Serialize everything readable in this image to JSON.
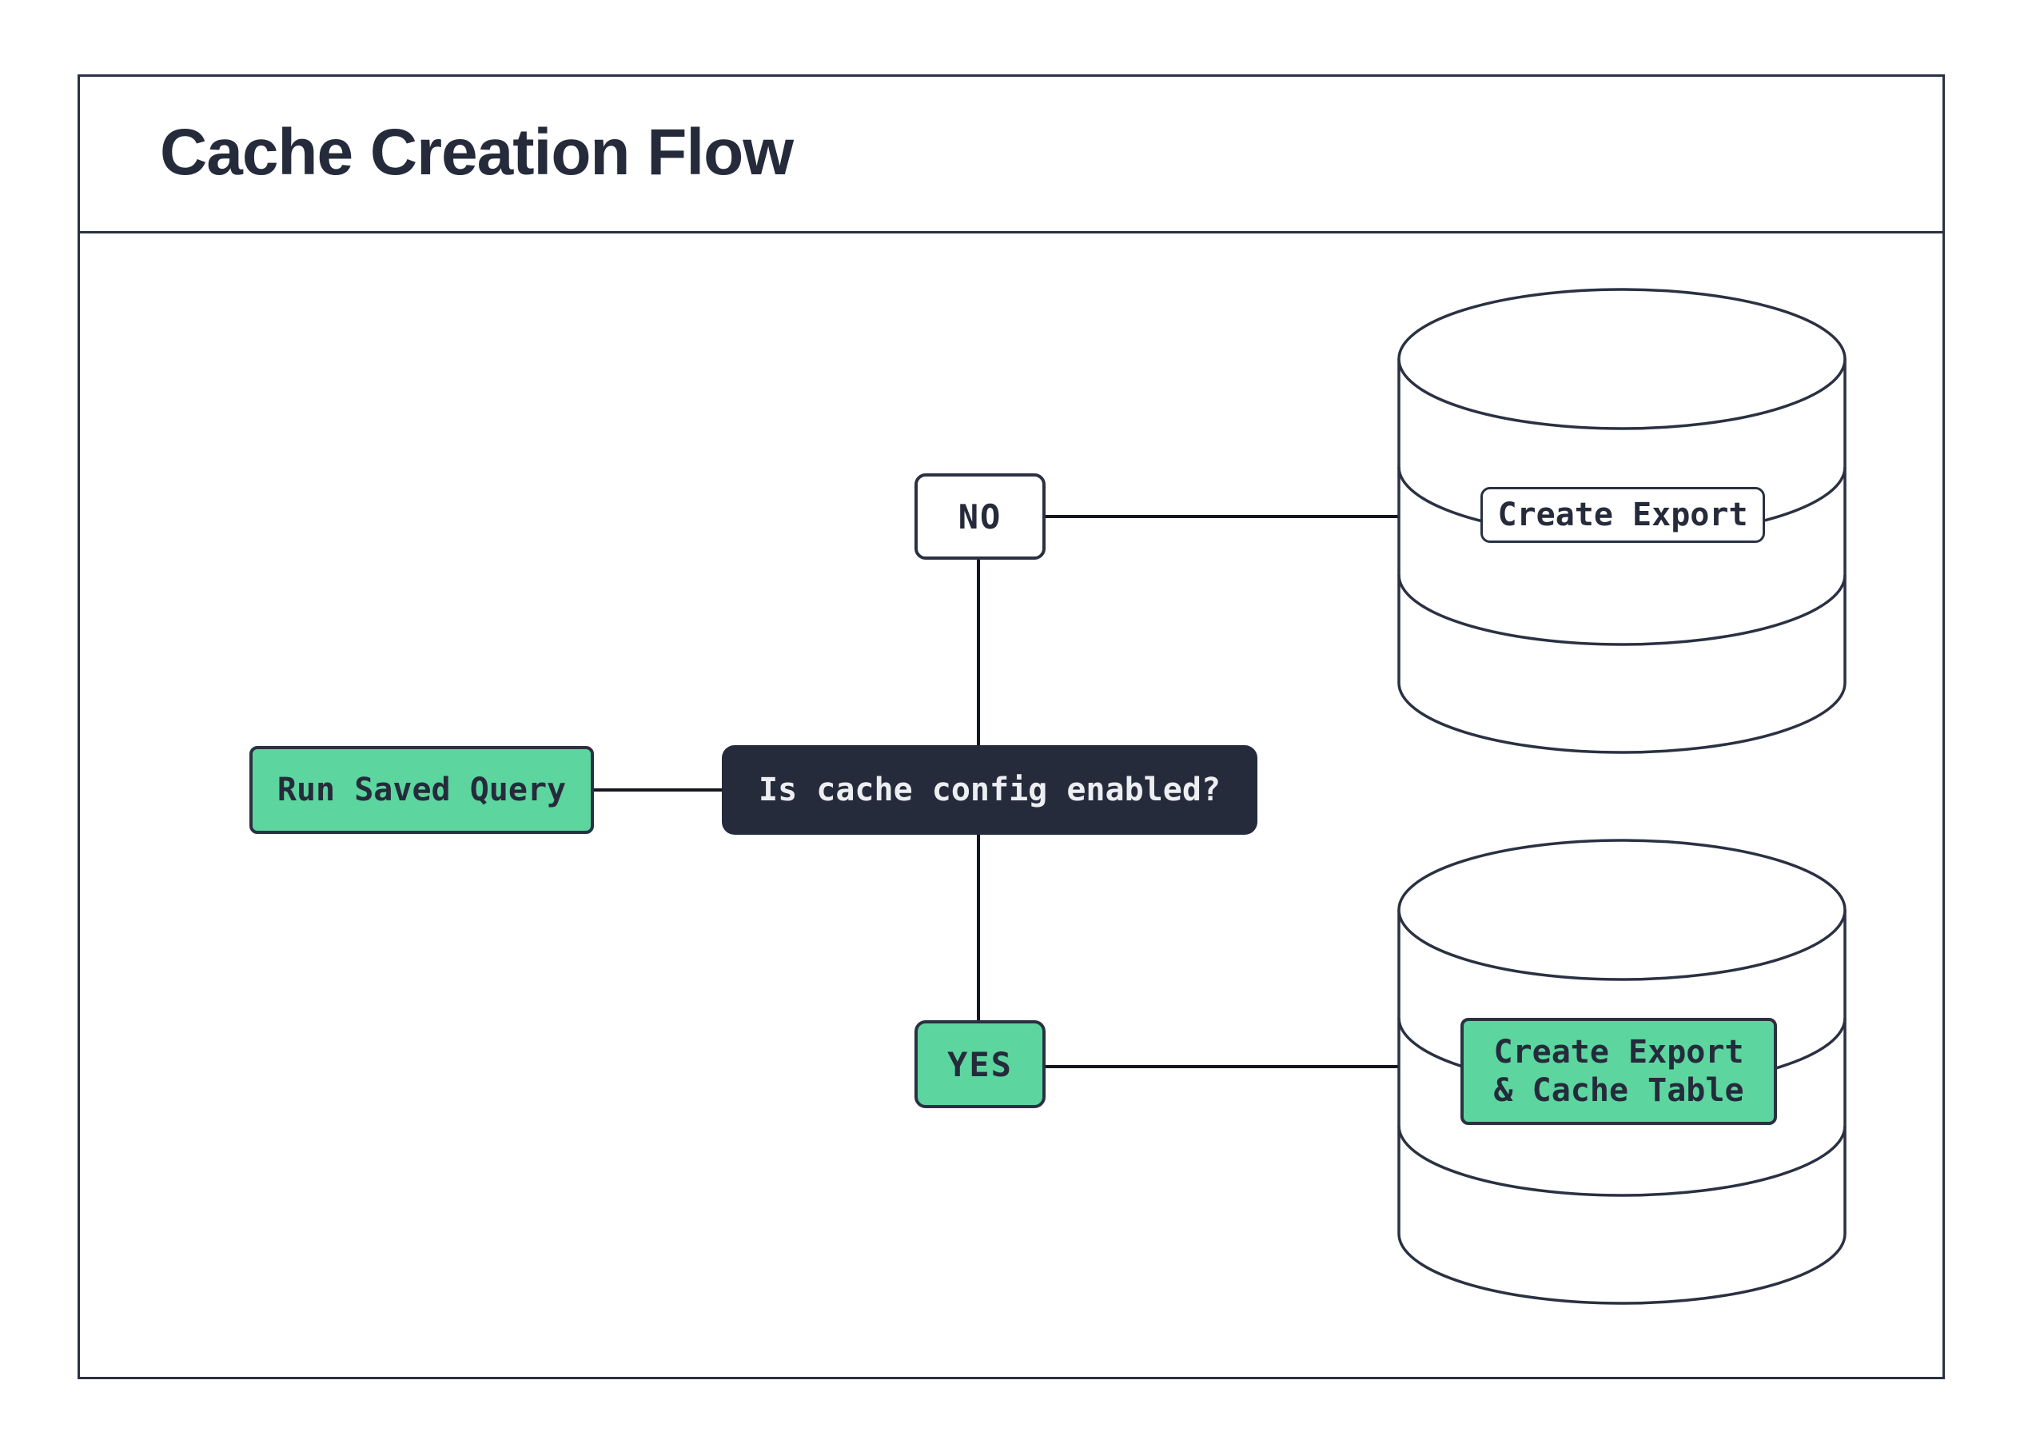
{
  "title": "Cache Creation Flow",
  "colors": {
    "navy_border": "#2A3142",
    "dark_node_fill": "#252B3B",
    "green_node_fill": "#5CD59F",
    "dark_node_text": "#ECEEF1",
    "connector_line": "#131720",
    "background": "#FFFFFF"
  },
  "nodes": {
    "run_saved_query": {
      "label": "Run Saved Query"
    },
    "question": {
      "label": "Is cache config enabled?"
    },
    "decision_no": {
      "label": "NO"
    },
    "decision_yes": {
      "label": "YES"
    },
    "no_result": {
      "label": "Create Export"
    },
    "yes_result": {
      "line1": "Create Export",
      "line2": "& Cache Table"
    }
  },
  "icons": {
    "no_branch": "database-icon",
    "yes_branch": "database-icon"
  },
  "edges": [
    {
      "from": "run_saved_query",
      "to": "question"
    },
    {
      "from": "question",
      "to": "decision_no"
    },
    {
      "from": "decision_no",
      "to": "no_database"
    },
    {
      "from": "question",
      "to": "decision_yes"
    },
    {
      "from": "decision_yes",
      "to": "yes_database"
    }
  ]
}
